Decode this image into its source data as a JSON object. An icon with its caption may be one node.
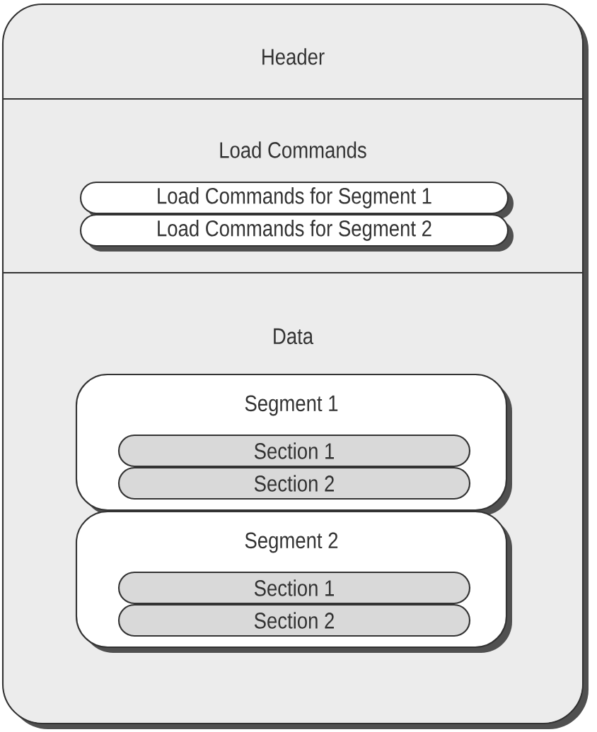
{
  "diagram": {
    "nodes": [
      {
        "text": [],
        "shape": "box"
      },
      {
        "text": [
          "Header"
        ],
        "in": 0
      },
      {
        "text": [
          "Load Commands"
        ],
        "in": 0
      },
      {
        "text": [
          "Load Commands for Segment 1"
        ],
        "in": 2
      },
      {
        "text": [
          "Load Commands for Segment 2"
        ],
        "in": 2
      },
      {
        "text": [
          "Data"
        ],
        "in": 0
      },
      {
        "text": [
          "Segment 1"
        ],
        "in": 5
      },
      {
        "text": [
          "Section 1"
        ],
        "in": 6
      },
      {
        "text": [
          "Section 2"
        ],
        "in": 6
      },
      {
        "text": [
          "Segment 2"
        ],
        "in": 5
      },
      {
        "text": [
          "Section 1"
        ],
        "in": 9
      },
      {
        "text": [
          "Section 2"
        ],
        "in": 9
      }
    ]
  }
}
